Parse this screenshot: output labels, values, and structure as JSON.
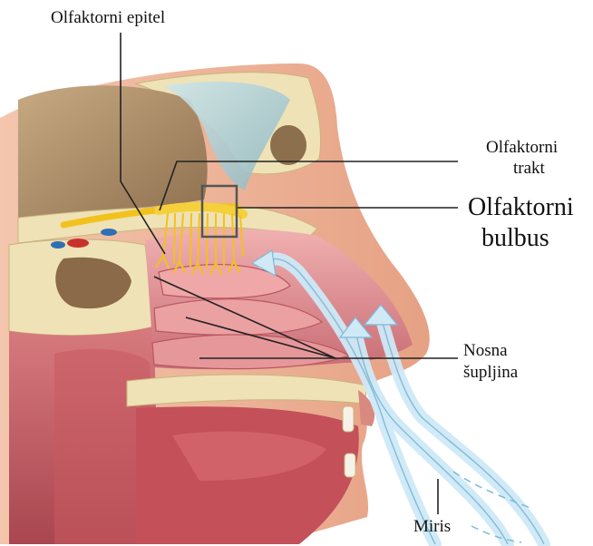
{
  "labels": {
    "olfactory_epithelium": "Olfaktorni epitel",
    "olfactory_tract_line1": "Olfaktorni",
    "olfactory_tract_line2": "trakt",
    "olfactory_bulb_line1": "Olfaktorni",
    "olfactory_bulb_line2": "bulbus",
    "nasal_cavity_line1": "Nosna",
    "nasal_cavity_line2": "šupljina",
    "odor": "Miris"
  },
  "colors": {
    "skin": "#e8a58a",
    "bone": "#efe2b6",
    "brain": "#a98a64",
    "mucosa": "#d9848a",
    "nerve": "#f2c21c",
    "airflow": "#bfe3f5",
    "leader_line": "#222222"
  }
}
